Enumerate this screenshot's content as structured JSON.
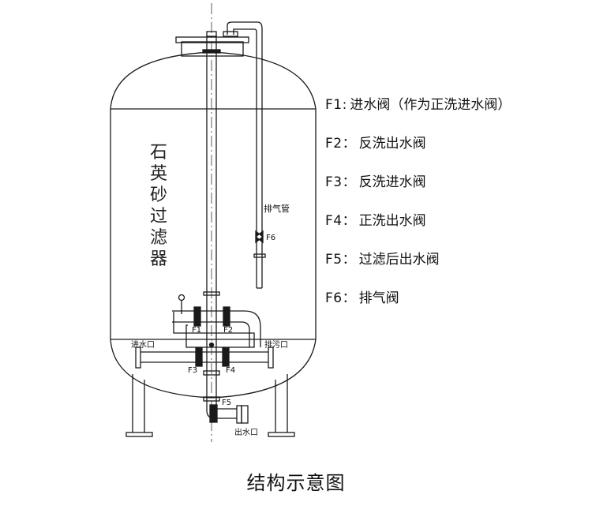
{
  "vessel_label": "石英砂过滤器",
  "caption": "结构示意图",
  "labels": {
    "exhaust_pipe": "排气管",
    "f6": "F6",
    "f1": "F1",
    "f2": "F2",
    "f3": "F3",
    "f4": "F4",
    "f5": "F5",
    "inlet": "进水口",
    "drain": "排污口",
    "outlet": "出水口"
  },
  "legend": [
    {
      "code": "F1",
      "sep": ":",
      "text": "进水阀（作为正洗进水阀）"
    },
    {
      "code": "F2",
      "sep": "：",
      "text": "反洗出水阀"
    },
    {
      "code": "F3",
      "sep": "：",
      "text": "反洗进水阀"
    },
    {
      "code": "F4",
      "sep": "：",
      "text": "正洗出水阀"
    },
    {
      "code": "F5",
      "sep": "：",
      "text": "过滤后出水阀"
    },
    {
      "code": "F6",
      "sep": "：",
      "text": "排气阀"
    }
  ]
}
